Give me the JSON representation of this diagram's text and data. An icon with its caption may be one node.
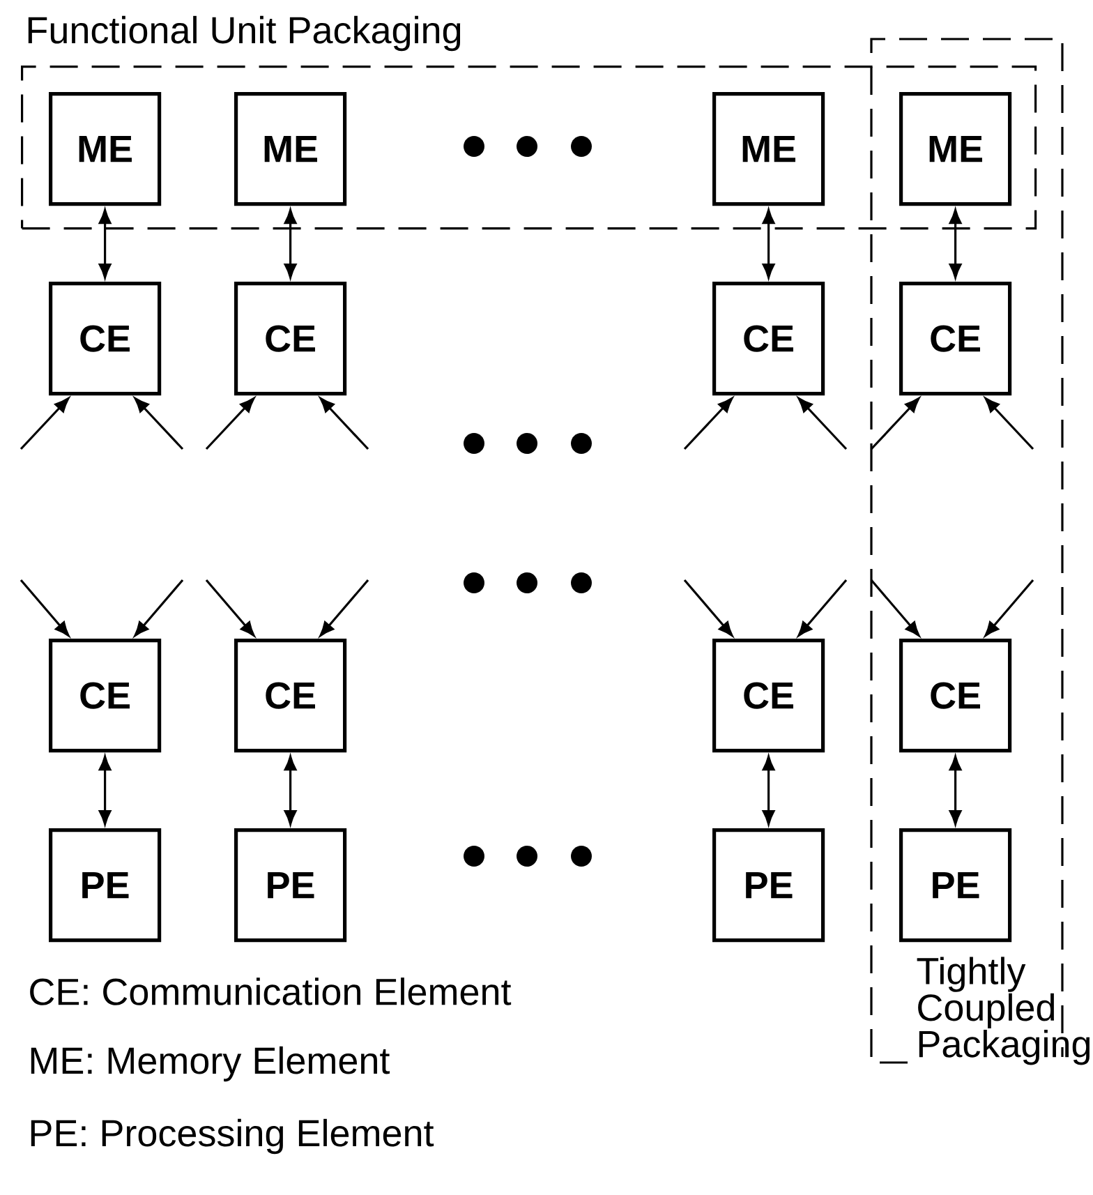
{
  "diagram": {
    "nodes": [
      {
        "text": [
          "Functional Unit Packaging"
        ]
      },
      {
        "text": [
          "Tightly Coupled Packaging"
        ]
      },
      {
        "text": [
          "ME"
        ],
        "in": 0
      },
      {
        "text": [
          "ME"
        ],
        "in": 0
      },
      {
        "text": [
          "ME"
        ],
        "in": 0
      },
      {
        "text": [
          "ME"
        ]
      },
      {
        "text": [
          "CE"
        ]
      },
      {
        "text": [
          "CE"
        ]
      },
      {
        "text": [
          "CE"
        ]
      },
      {
        "text": [
          "CE"
        ],
        "in": 1
      },
      {
        "text": [
          "CE"
        ]
      },
      {
        "text": [
          "CE"
        ]
      },
      {
        "text": [
          "CE"
        ]
      },
      {
        "text": [
          "CE"
        ],
        "in": 1
      },
      {
        "text": [
          "PE"
        ]
      },
      {
        "text": [
          "PE"
        ]
      },
      {
        "text": [
          "PE"
        ]
      },
      {
        "text": [
          "PE"
        ],
        "in": 1
      }
    ],
    "edges": [
      {
        "from": 2,
        "to": 6,
        "arrow": "both"
      },
      {
        "from": 3,
        "to": 7,
        "arrow": "both"
      },
      {
        "from": 4,
        "to": 8,
        "arrow": "both"
      },
      {
        "from": 5,
        "to": 9,
        "arrow": "both"
      },
      {
        "from": 10,
        "to": 14,
        "arrow": "both"
      },
      {
        "from": 11,
        "to": 15,
        "arrow": "both"
      },
      {
        "from": 12,
        "to": 16,
        "arrow": "both"
      },
      {
        "from": 13,
        "to": 17,
        "arrow": "both"
      },
      {
        "from": null,
        "to": 6,
        "arrow": "to"
      },
      {
        "from": null,
        "to": 6,
        "arrow": "to"
      },
      {
        "from": null,
        "to": 7,
        "arrow": "to"
      },
      {
        "from": null,
        "to": 7,
        "arrow": "to"
      },
      {
        "from": null,
        "to": 8,
        "arrow": "to"
      },
      {
        "from": null,
        "to": 8,
        "arrow": "to"
      },
      {
        "from": null,
        "to": 9,
        "arrow": "to"
      },
      {
        "from": null,
        "to": 9,
        "arrow": "to"
      },
      {
        "from": null,
        "to": 10,
        "arrow": "to"
      },
      {
        "from": null,
        "to": 10,
        "arrow": "to"
      },
      {
        "from": null,
        "to": 11,
        "arrow": "to"
      },
      {
        "from": null,
        "to": 11,
        "arrow": "to"
      },
      {
        "from": null,
        "to": 12,
        "arrow": "to"
      },
      {
        "from": null,
        "to": 12,
        "arrow": "to"
      },
      {
        "from": null,
        "to": 13,
        "arrow": "to"
      },
      {
        "from": null,
        "to": 13,
        "arrow": "to"
      }
    ],
    "labels": [
      "CE: Communication Element",
      "ME: Memory Element",
      "PE: Processing Element"
    ]
  }
}
